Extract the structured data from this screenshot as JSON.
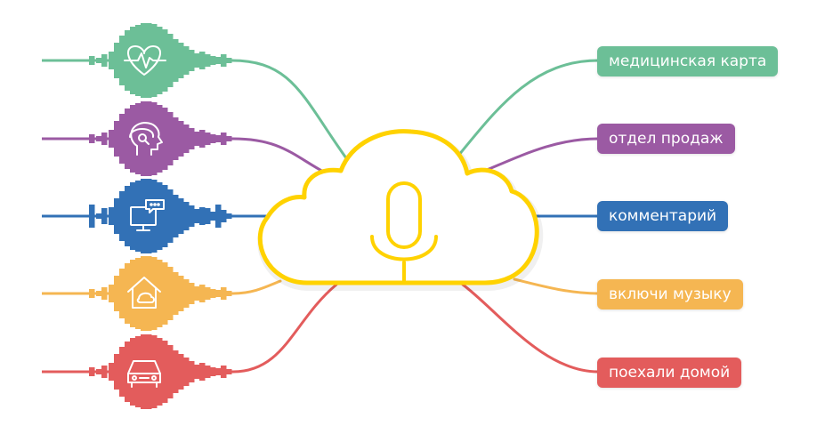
{
  "colors": {
    "green": "#6cbf97",
    "purple": "#9b5aa3",
    "blue": "#3271b6",
    "orange": "#f5b652",
    "red": "#e35c5c",
    "cloud_stroke": "#ffd200"
  },
  "central": {
    "shape": "cloud",
    "icon": "microphone-icon"
  },
  "commands": [
    {
      "label": "медицинская карта",
      "color": "green",
      "icon": "heart-pulse-icon"
    },
    {
      "label": "отдел продаж",
      "color": "purple",
      "icon": "head-headset-icon"
    },
    {
      "label": "комментарий",
      "color": "blue",
      "icon": "monitor-chat-icon"
    },
    {
      "label": "включи музыку",
      "color": "orange",
      "icon": "home-music-icon"
    },
    {
      "label": "поехали домой",
      "color": "red",
      "icon": "car-icon"
    }
  ]
}
